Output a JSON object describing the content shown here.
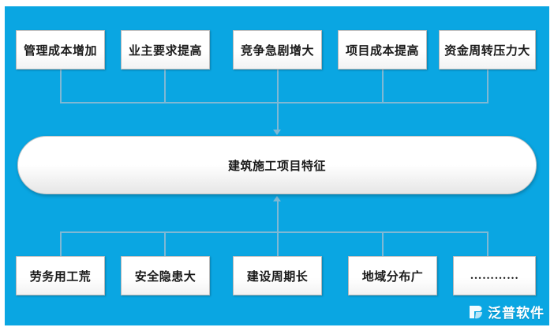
{
  "diagram": {
    "type": "hierarchy",
    "center": {
      "label": "建筑施工项目特征"
    },
    "top_nodes": [
      {
        "label": "管理成本增加"
      },
      {
        "label": "业主要求提高"
      },
      {
        "label": "竞争急剧增大"
      },
      {
        "label": "项目成本提高"
      },
      {
        "label": "资金周转压力大"
      }
    ],
    "bottom_nodes": [
      {
        "label": "劳务用工荒"
      },
      {
        "label": "安全隐患大"
      },
      {
        "label": "建设周期长"
      },
      {
        "label": "地域分布广"
      },
      {
        "label": "…………"
      }
    ],
    "colors": {
      "background": "#0aa6e2",
      "connector": "#7fb8d4",
      "node_fill": "#ffffff",
      "node_border": "#b9b9b9",
      "text": "#1a1a1a"
    }
  },
  "watermark": {
    "text": "泛普软件"
  }
}
